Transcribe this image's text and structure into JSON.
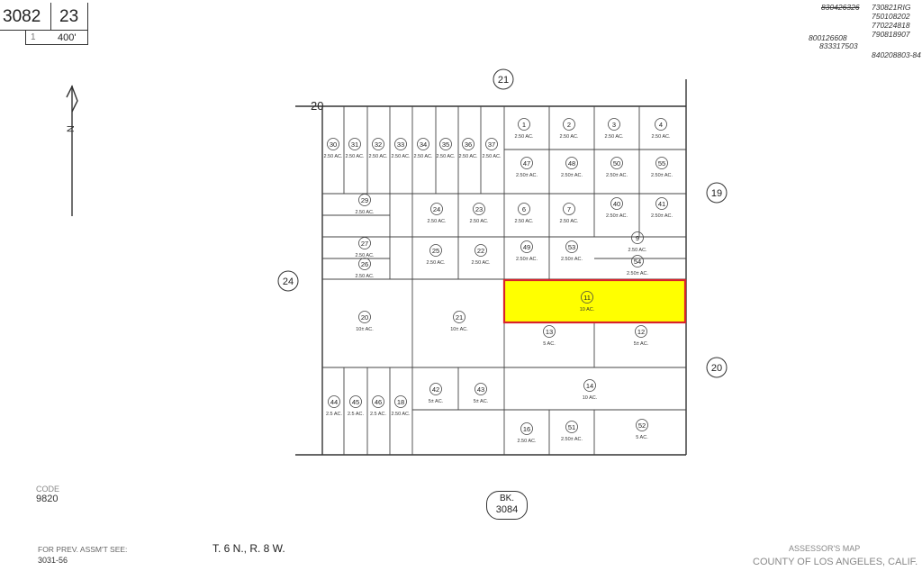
{
  "header": {
    "book": "3082",
    "page": "23",
    "scale": "400'",
    "scale_prefix": "1"
  },
  "revisions": [
    "830426326",
    "730821RIG",
    "750108202",
    "770224818",
    "790818907",
    "800126608",
    "833317503",
    "840208803-84"
  ],
  "north_label": "N",
  "adjacent_pages": {
    "top": "21",
    "right_upper": "19",
    "left": "24",
    "right_lower": "20",
    "corner": "20"
  },
  "parcels": [
    {
      "num": "30",
      "area": "2.50 AC."
    },
    {
      "num": "31",
      "area": "2.50 AC."
    },
    {
      "num": "32",
      "area": "2.50 AC."
    },
    {
      "num": "33",
      "area": "2.50 AC."
    },
    {
      "num": "34",
      "area": "2.50 AC."
    },
    {
      "num": "35",
      "area": "2.50 AC."
    },
    {
      "num": "36",
      "area": "2.50 AC."
    },
    {
      "num": "37",
      "area": "2.50 AC."
    },
    {
      "num": "1",
      "area": "2.50 AC."
    },
    {
      "num": "2",
      "area": "2.50 AC."
    },
    {
      "num": "3",
      "area": "2.50 AC."
    },
    {
      "num": "4",
      "area": "2.50 AC."
    },
    {
      "num": "47",
      "area": "2.50± AC."
    },
    {
      "num": "48",
      "area": "2.50± AC."
    },
    {
      "num": "50",
      "area": "2.50± AC."
    },
    {
      "num": "55",
      "area": "2.50± AC."
    },
    {
      "num": "29",
      "area": "2.50 AC."
    },
    {
      "num": "24",
      "area": "2.50 AC."
    },
    {
      "num": "23",
      "area": "2.50 AC."
    },
    {
      "num": "6",
      "area": "2.50 AC."
    },
    {
      "num": "7",
      "area": "2.50 AC."
    },
    {
      "num": "40",
      "area": "2.50± AC."
    },
    {
      "num": "41",
      "area": "2.50± AC."
    },
    {
      "num": "27",
      "area": "2.50 AC."
    },
    {
      "num": "26",
      "area": "2.50 AC."
    },
    {
      "num": "25",
      "area": "2.50 AC."
    },
    {
      "num": "22",
      "area": "2.50 AC."
    },
    {
      "num": "49",
      "area": "2.50± AC."
    },
    {
      "num": "53",
      "area": "2.50± AC."
    },
    {
      "num": "9",
      "area": "2.50 AC."
    },
    {
      "num": "54",
      "area": "2.50± AC."
    },
    {
      "num": "11",
      "area": "10 AC."
    },
    {
      "num": "20",
      "area": "10± AC."
    },
    {
      "num": "21",
      "area": "10± AC."
    },
    {
      "num": "13",
      "area": "5 AC."
    },
    {
      "num": "12",
      "area": "5± AC."
    },
    {
      "num": "44",
      "area": "2.5 AC."
    },
    {
      "num": "45",
      "area": "2.5 AC."
    },
    {
      "num": "46",
      "area": "2.5 AC."
    },
    {
      "num": "18",
      "area": "2.50 AC."
    },
    {
      "num": "42",
      "area": "5± AC."
    },
    {
      "num": "43",
      "area": "5± AC."
    },
    {
      "num": "14",
      "area": "10 AC."
    },
    {
      "num": "16",
      "area": "2.50 AC."
    },
    {
      "num": "51",
      "area": "2.50± AC."
    },
    {
      "num": "52",
      "area": "5 AC."
    }
  ],
  "highlight_color": "#ffff00",
  "highlight_border": "#d8232a",
  "code_label": "CODE",
  "code_value": "9820",
  "bottom_book_prefix": "BK.",
  "bottom_book": "3084",
  "footer_left_label": "FOR PREV. ASSM'T SEE:",
  "footer_left_value": "3031-56",
  "township": "T. 6 N., R. 8 W.",
  "footer_right_line1": "ASSESSOR'S MAP",
  "footer_right_line2": "COUNTY OF LOS ANGELES, CALIF."
}
